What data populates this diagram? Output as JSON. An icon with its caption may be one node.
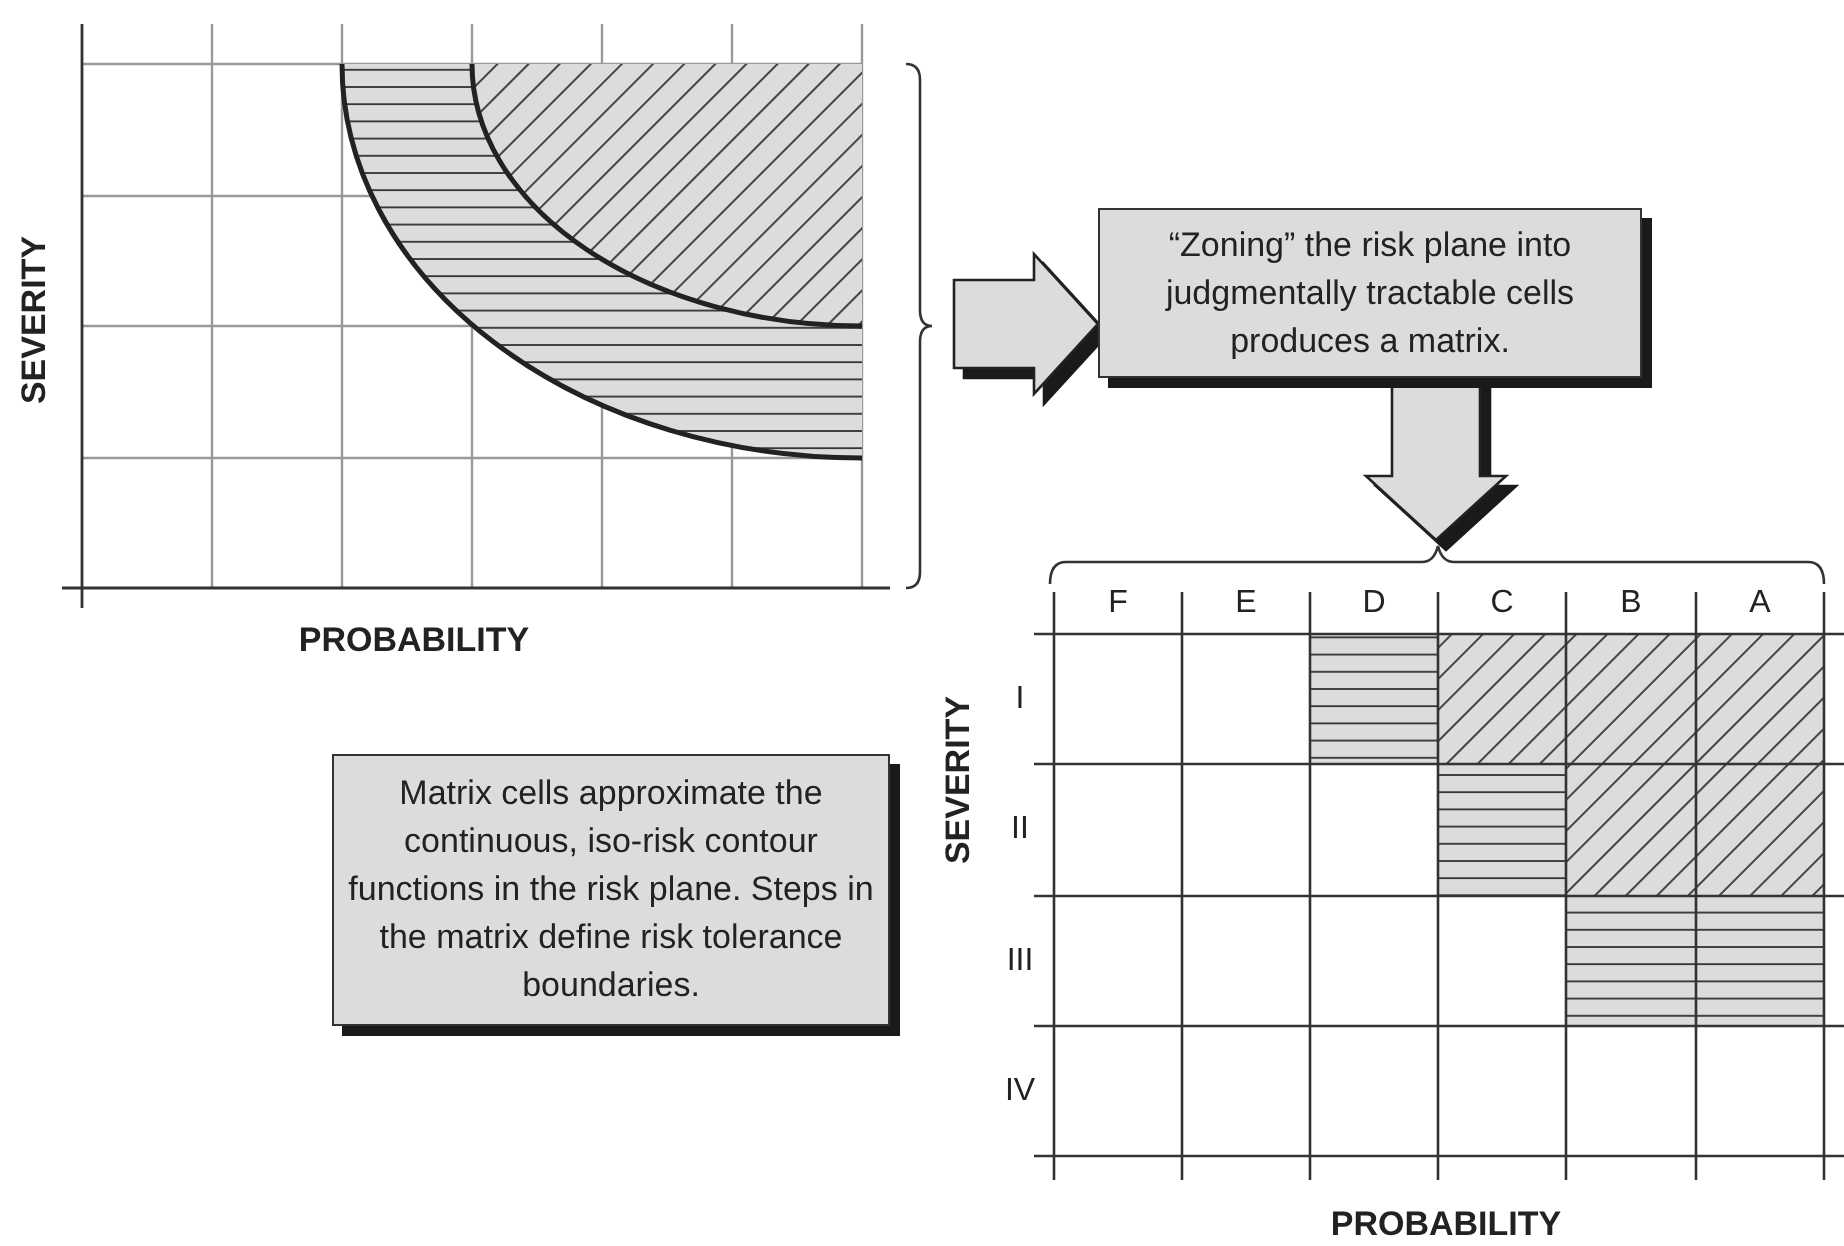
{
  "diagram": {
    "nodes": [
      {
        "text": [],
        "shape": "picture"
      },
      {
        "text": [
          "“Zoning” the risk plane into judgmentally tractable cells produces a matrix."
        ]
      },
      {
        "text": [],
        "shape": "picture"
      },
      {
        "text": [
          "Matrix cells approximate the continuous, iso-risk contour functions in the risk plane. Steps in the matrix define risk tolerance boundaries."
        ]
      }
    ],
    "edges": [
      {
        "from": 0,
        "to": 1,
        "arrow": "to"
      },
      {
        "from": 1,
        "to": 2,
        "arrow": "to"
      }
    ],
    "labels": [
      "SEVERITY",
      "PROBABILITY",
      "F",
      "E",
      "D",
      "C",
      "B",
      "A",
      "I",
      "II",
      "III",
      "IV",
      "SEVERITY",
      "PROBABILITY"
    ]
  }
}
